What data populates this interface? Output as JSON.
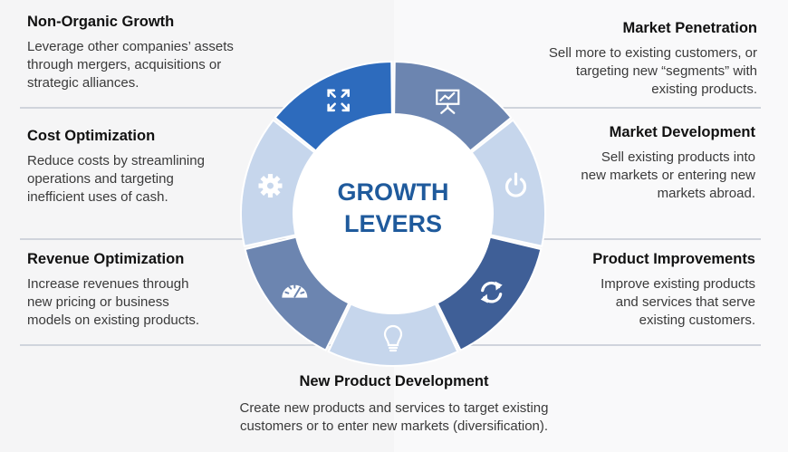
{
  "center": {
    "line1": "GROWTH",
    "line2": "LEVERS"
  },
  "levers": [
    {
      "id": "non-organic-growth",
      "title": "Non-Organic Growth",
      "lines": [
        "Leverage other companies’ assets",
        "through  mergers, acquisitions or",
        "strategic alliances."
      ]
    },
    {
      "id": "market-penetration",
      "title": "Market Penetration",
      "lines": [
        "Sell more to existing customers, or",
        "targeting new “segments” with",
        "existing products."
      ]
    },
    {
      "id": "cost-optimization",
      "title": "Cost Optimization",
      "lines": [
        "Reduce costs by streamlining",
        "operations and targeting",
        "inefficient uses of cash."
      ]
    },
    {
      "id": "market-development",
      "title": "Market Development",
      "lines": [
        "Sell existing products into",
        "new markets or entering new",
        "markets abroad."
      ]
    },
    {
      "id": "revenue-optimization",
      "title": "Revenue Optimization",
      "lines": [
        "Increase revenues through",
        "new pricing or business",
        "models on existing products."
      ]
    },
    {
      "id": "product-improvements",
      "title": "Product Improvements",
      "lines": [
        "Improve existing products",
        "and services that serve",
        "existing customers."
      ]
    },
    {
      "id": "new-product-development",
      "title": "New Product Development",
      "lines": [
        "Create new products and services to target existing",
        "customers or to enter new markets (diversification)."
      ]
    }
  ],
  "segments": [
    {
      "icon": "expand-arrows-icon",
      "color": "#2d6bbd"
    },
    {
      "icon": "presentation-board-icon",
      "color": "#6c85b0"
    },
    {
      "icon": "power-icon",
      "color": "#c6d6ec"
    },
    {
      "icon": "refresh-icon",
      "color": "#3f5f97"
    },
    {
      "icon": "lightbulb-icon",
      "color": "#c6d6ec"
    },
    {
      "icon": "speedometer-icon",
      "color": "#6c85b0"
    },
    {
      "icon": "gear-icon",
      "color": "#c6d6ec"
    }
  ],
  "colors": {
    "title": "#1f5a9c",
    "text": "#3a3a3a",
    "heading": "#111111"
  }
}
